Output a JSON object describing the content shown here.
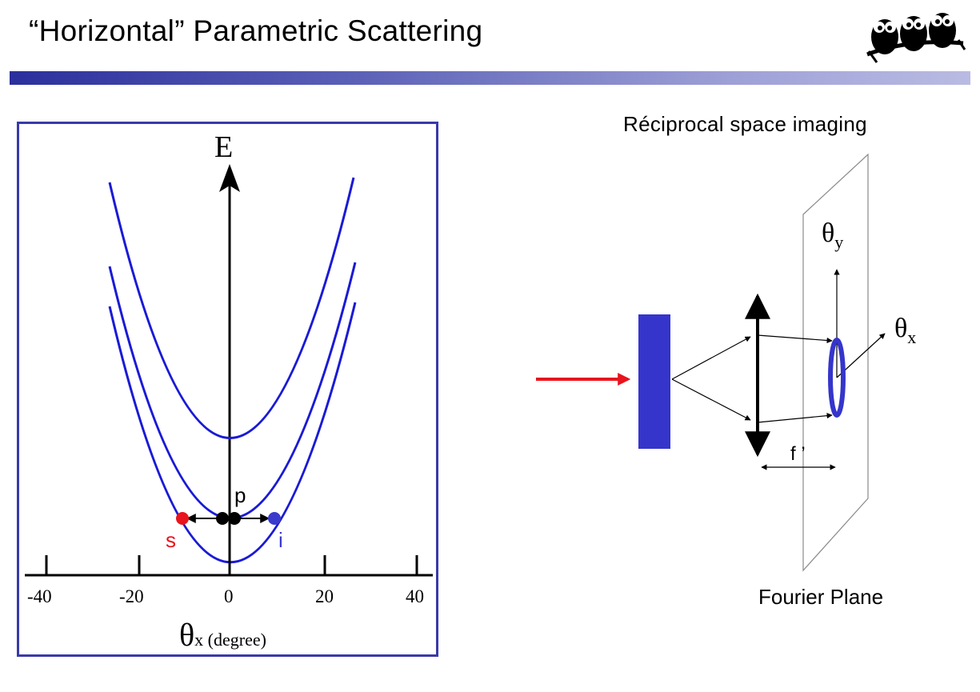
{
  "slide": {
    "title": "“Horizontal”  Parametric Scattering"
  },
  "plot": {
    "y_axis_label": "E",
    "x_axis_label_symbol": "θ",
    "x_axis_label_sub": "x (degree)",
    "x_ticks": [
      "-40",
      "-20",
      "0",
      "20",
      "40"
    ],
    "point_labels": {
      "pump": "p",
      "signal": "s",
      "idler": "i"
    },
    "colors": {
      "curve": "#1a1ad6",
      "signal": "#e8141e",
      "idler": "#3a3acc",
      "pump": "#000000"
    }
  },
  "setup": {
    "heading": "Réciprocal  space  imaging",
    "theta_symbol": "θ",
    "theta_y_sub": "y",
    "theta_x_sub": "x",
    "focal_label": "f ’",
    "plane_label": "Fourier Plane",
    "colors": {
      "beam": "#e8141e",
      "sample": "#3535cc",
      "ring": "#3535cc"
    }
  }
}
